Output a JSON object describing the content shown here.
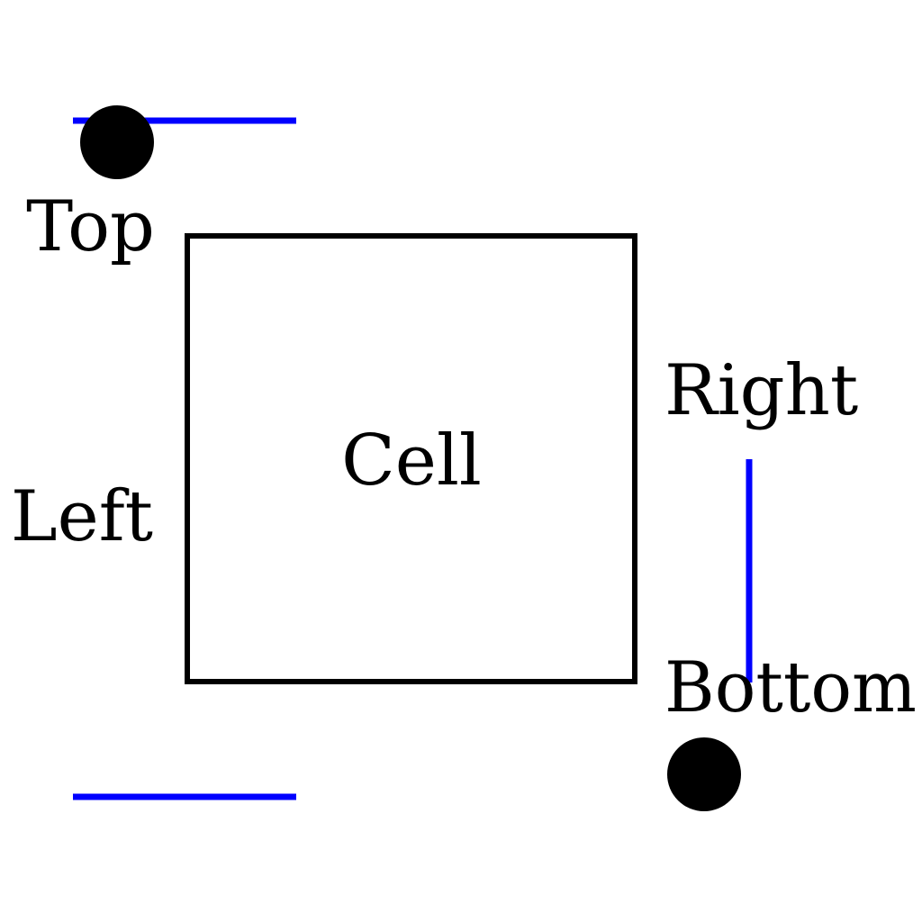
{
  "labels": {
    "top": "Top",
    "left": "Left",
    "right": "Right",
    "bottom": "Bottom",
    "cell": "Cell"
  },
  "colors": {
    "edge_line": "#0000ff",
    "cell_border": "#000000",
    "dot": "#000000",
    "background": "#ffffff"
  }
}
